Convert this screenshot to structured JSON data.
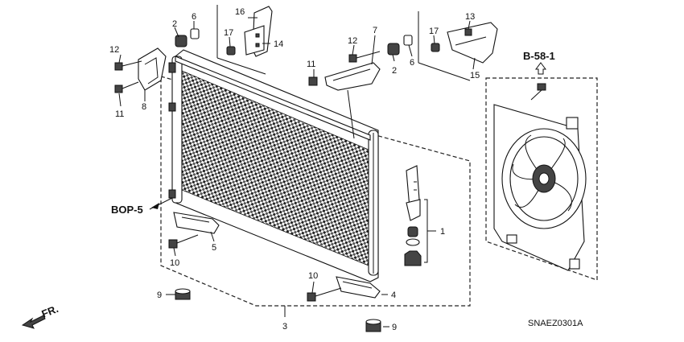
{
  "diagram": {
    "refs": {
      "bop": "BOP-5",
      "b58": "B-58-1"
    },
    "direction_label": "FR.",
    "code": "SNAEZ0301A",
    "callouts": {
      "c1": "1",
      "c2a": "2",
      "c2b": "2",
      "c3": "3",
      "c4": "4",
      "c5": "5",
      "c6a": "6",
      "c6b": "6",
      "c7": "7",
      "c8": "8",
      "c9a": "9",
      "c9b": "9",
      "c10a": "10",
      "c10b": "10",
      "c11a": "11",
      "c11b": "11",
      "c12a": "12",
      "c12b": "12",
      "c13": "13",
      "c14": "14",
      "c15": "15",
      "c16": "16",
      "c17a": "17",
      "c17b": "17"
    }
  }
}
